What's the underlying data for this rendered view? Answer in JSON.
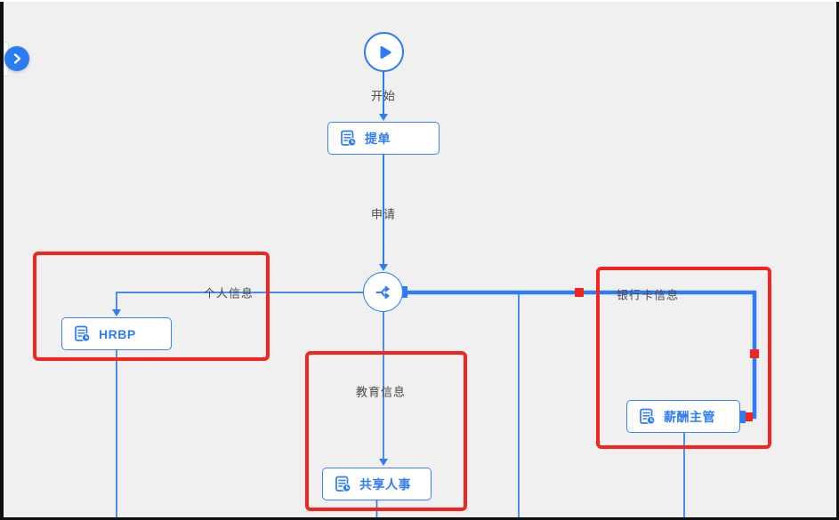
{
  "canvas": {
    "background": "#f0f0f0",
    "accent_blue": "#2e7cf6",
    "annotation_red": "#f5251d",
    "edge_label_color": "#4a4a4b"
  },
  "toolbar": {
    "expand_button": {
      "icon": "chevron-right"
    }
  },
  "flow": {
    "nodes": [
      {
        "id": "start",
        "type": "start",
        "label": "开始",
        "icon": "play-icon"
      },
      {
        "id": "ticket",
        "type": "task",
        "label": "提单",
        "icon": "form-clock-icon"
      },
      {
        "id": "branch",
        "type": "branch",
        "label": "",
        "icon": "split-branch-icon"
      },
      {
        "id": "hrbp",
        "type": "task",
        "label": "HRBP",
        "icon": "form-clock-icon"
      },
      {
        "id": "shared-hr",
        "type": "task",
        "label": "共享人事",
        "icon": "form-clock-icon"
      },
      {
        "id": "payroll",
        "type": "task",
        "label": "薪酬主管",
        "icon": "form-clock-icon"
      }
    ],
    "edges": [
      {
        "from": "start",
        "to": "ticket",
        "label": "",
        "selected": false
      },
      {
        "from": "ticket",
        "to": "branch",
        "label": "申请",
        "selected": false
      },
      {
        "from": "branch",
        "to": "hrbp",
        "label": "个人信息",
        "selected": false
      },
      {
        "from": "branch",
        "to": "shared-hr",
        "label": "教育信息",
        "selected": false
      },
      {
        "from": "branch",
        "to": "payroll",
        "label": "银行卡信息",
        "selected": true,
        "waypoint_markers": 3
      }
    ],
    "annotations": [
      {
        "id": "annotation-personal-info",
        "color": "#f5251d"
      },
      {
        "id": "annotation-education-info",
        "color": "#f5251d"
      },
      {
        "id": "annotation-bank-card-info",
        "color": "#f5251d"
      }
    ]
  }
}
